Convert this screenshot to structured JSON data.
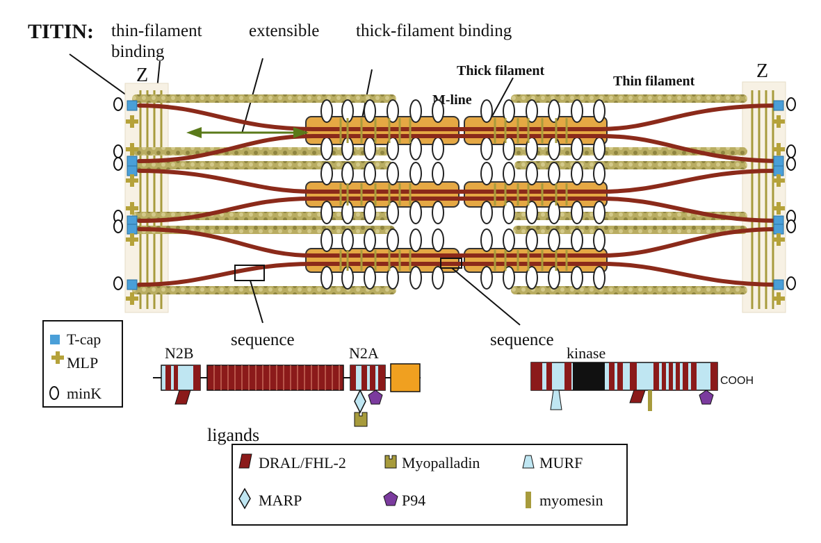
{
  "title": "TITIN:",
  "top_labels": {
    "thin_binding_line1": "thin-filament",
    "thin_binding_line2": "binding",
    "extensible": "extensible",
    "thick_binding": "thick-filament binding",
    "thick_filament": "Thick filament",
    "thin_filament": "Thin filament",
    "m_line": "M-line",
    "z_left": "Z",
    "z_right": "Z"
  },
  "sequence_left": "sequence",
  "sequence_right": "sequence",
  "key_box": {
    "items": [
      {
        "label": "T-cap",
        "icon": "square-icon",
        "color": "#4a9fd8"
      },
      {
        "label": "MLP",
        "icon": "cross-icon",
        "color": "#b5a23a"
      },
      {
        "label": "minK",
        "icon": "ellipse-icon",
        "color": "#ffffff"
      }
    ]
  },
  "domains": {
    "n2b": "N2B",
    "n2a": "N2A",
    "kinase": "kinase",
    "cooh": "COOH"
  },
  "ligands_title": "ligands",
  "ligands_legend": [
    {
      "label": "DRAL/FHL-2",
      "icon": "parallelogram-icon",
      "color": "#8b1a1a"
    },
    {
      "label": "Myopalladin",
      "icon": "notched-block-icon",
      "color": "#a79b3c"
    },
    {
      "label": "MURF",
      "icon": "trapezoid-icon",
      "color": "#b9e4f2"
    },
    {
      "label": "MARP",
      "icon": "diamond-icon",
      "color": "#b9e4f2"
    },
    {
      "label": "P94",
      "icon": "pentagon-icon",
      "color": "#7b3b9e"
    },
    {
      "label": "myomesin",
      "icon": "bar-icon",
      "color": "#a79b3c"
    }
  ],
  "colors": {
    "titin": "#8b2a1a",
    "thick_filament": "#e0a440",
    "thin_filament": "#b5a85a",
    "tcap": "#4a9fd8",
    "dark_domain": "#8b1a1a",
    "light_domain": "#bfe6f2",
    "orange_domain": "#f0a020"
  }
}
